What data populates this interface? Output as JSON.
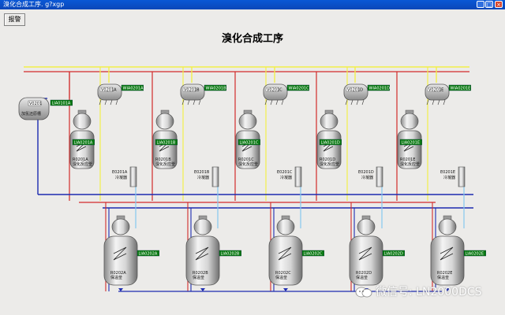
{
  "window": {
    "title": "溴化合成工序. g?xgp",
    "min": "_",
    "max": "□",
    "close": "×"
  },
  "toolbar": {
    "alarm_label": "报警"
  },
  "header": {
    "title": "溴化合成工序"
  },
  "colors": {
    "yellow_line": "#f2ef4a",
    "red_line": "#d12b2b",
    "blue_line": "#1d2bb0",
    "cyan_line": "#86c8f0",
    "tag_bg": "#0a7a12"
  },
  "tanks": {
    "v0201": {
      "id": "V0201",
      "desc": "加氢还原槽",
      "tag": "LIA0101A"
    },
    "upper": [
      {
        "id": "V0201A",
        "tag": "WIA0201A"
      },
      {
        "id": "V0201B",
        "tag": "WIA0201B"
      },
      {
        "id": "V0201C",
        "tag": "WIA0201C"
      },
      {
        "id": "V0201D",
        "tag": "WIA0201D"
      },
      {
        "id": "V0201E",
        "tag": "WIA0201E"
      }
    ],
    "reactors": [
      {
        "id": "R0201A",
        "desc": "溴化反应釜",
        "tag": "LIA0201A"
      },
      {
        "id": "R0201B",
        "desc": "溴化反应釜",
        "tag": "LIA0201B"
      },
      {
        "id": "R0201C",
        "desc": "溴化反应釜",
        "tag": "LIA0201C"
      },
      {
        "id": "R0201D",
        "desc": "溴化反应釜",
        "tag": "LIA0201D"
      },
      {
        "id": "R0201E",
        "desc": "溴化反应釜",
        "tag": "LIA0201E"
      }
    ],
    "columns": [
      {
        "id": "E0201A",
        "desc": "冷凝器"
      },
      {
        "id": "E0201B",
        "desc": "冷凝器"
      },
      {
        "id": "E0201C",
        "desc": "冷凝器"
      },
      {
        "id": "E0201D",
        "desc": "冷凝器"
      },
      {
        "id": "E0201E",
        "desc": "冷凝器"
      }
    ],
    "lower": [
      {
        "id": "R0202A",
        "desc": "保温釜",
        "tag": "LIA0202A"
      },
      {
        "id": "R0202B",
        "desc": "保温釜",
        "tag": "LIA0202B"
      },
      {
        "id": "R0202C",
        "desc": "保温釜",
        "tag": "LIA0202C"
      },
      {
        "id": "R0202D",
        "desc": "保温釜",
        "tag": "LIA0202D"
      },
      {
        "id": "R0202E",
        "desc": "保温釜",
        "tag": "LIA0202E"
      }
    ]
  },
  "watermark": {
    "text": "微信号: LN2000DCS",
    "icon": "wechat-icon"
  }
}
